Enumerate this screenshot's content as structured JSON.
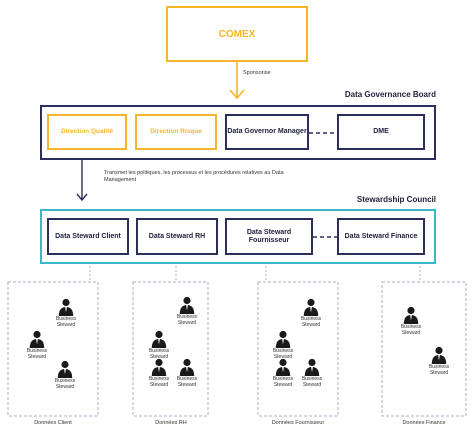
{
  "comex": {
    "label": "COMEX"
  },
  "sponsor_label": "Sponsorise",
  "governance_board": {
    "title": "Data Governance Board",
    "members": [
      "Direction Qualité",
      "Direction Risque",
      "Data Governor Manager",
      "DME"
    ]
  },
  "transmit_note": "Transmet les politiques, les processus et les procédures relatives au Data Management",
  "stewardship_council": {
    "title": "Stewardship Council",
    "members": [
      "Data Steward Client",
      "Data Steward RH",
      "Data Steward Fournisseur",
      "Data Steward Finance"
    ]
  },
  "groups": [
    {
      "label": "Données Client",
      "stewards": [
        "Business Steward",
        "Business Steward",
        "Business Steward"
      ]
    },
    {
      "label": "Données RH",
      "stewards": [
        "Business Steward",
        "Business Steward",
        "Business Steward",
        "Business Steward"
      ]
    },
    {
      "label": "Données Fournisseur",
      "stewards": [
        "Business Steward",
        "Business Steward",
        "Business Steward",
        "Business Steward"
      ]
    },
    {
      "label": "Données Finance",
      "stewards": [
        "Business Steward",
        "Business Steward"
      ]
    }
  ],
  "icons": {
    "person": "person-silhouette-icon"
  },
  "colors": {
    "orange": "#f7b52c",
    "navy": "#2b2d5c",
    "teal": "#3fb7c9",
    "dashed": "#aab0c8"
  }
}
